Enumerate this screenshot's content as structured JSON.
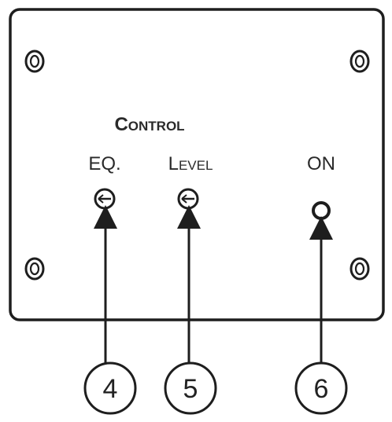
{
  "panel": {
    "section_title_initial": "C",
    "section_title_rest": "ONTROL",
    "eq_label": "EQ.",
    "level_label_initial": "L",
    "level_label_rest": "EVEL",
    "on_label": "ON"
  },
  "callouts": [
    {
      "number": "4",
      "target": "eq-trimmer"
    },
    {
      "number": "5",
      "target": "level-trimmer"
    },
    {
      "number": "6",
      "target": "on-led"
    }
  ],
  "colors": {
    "stroke": "#1e1e1e",
    "background": "#ffffff"
  }
}
